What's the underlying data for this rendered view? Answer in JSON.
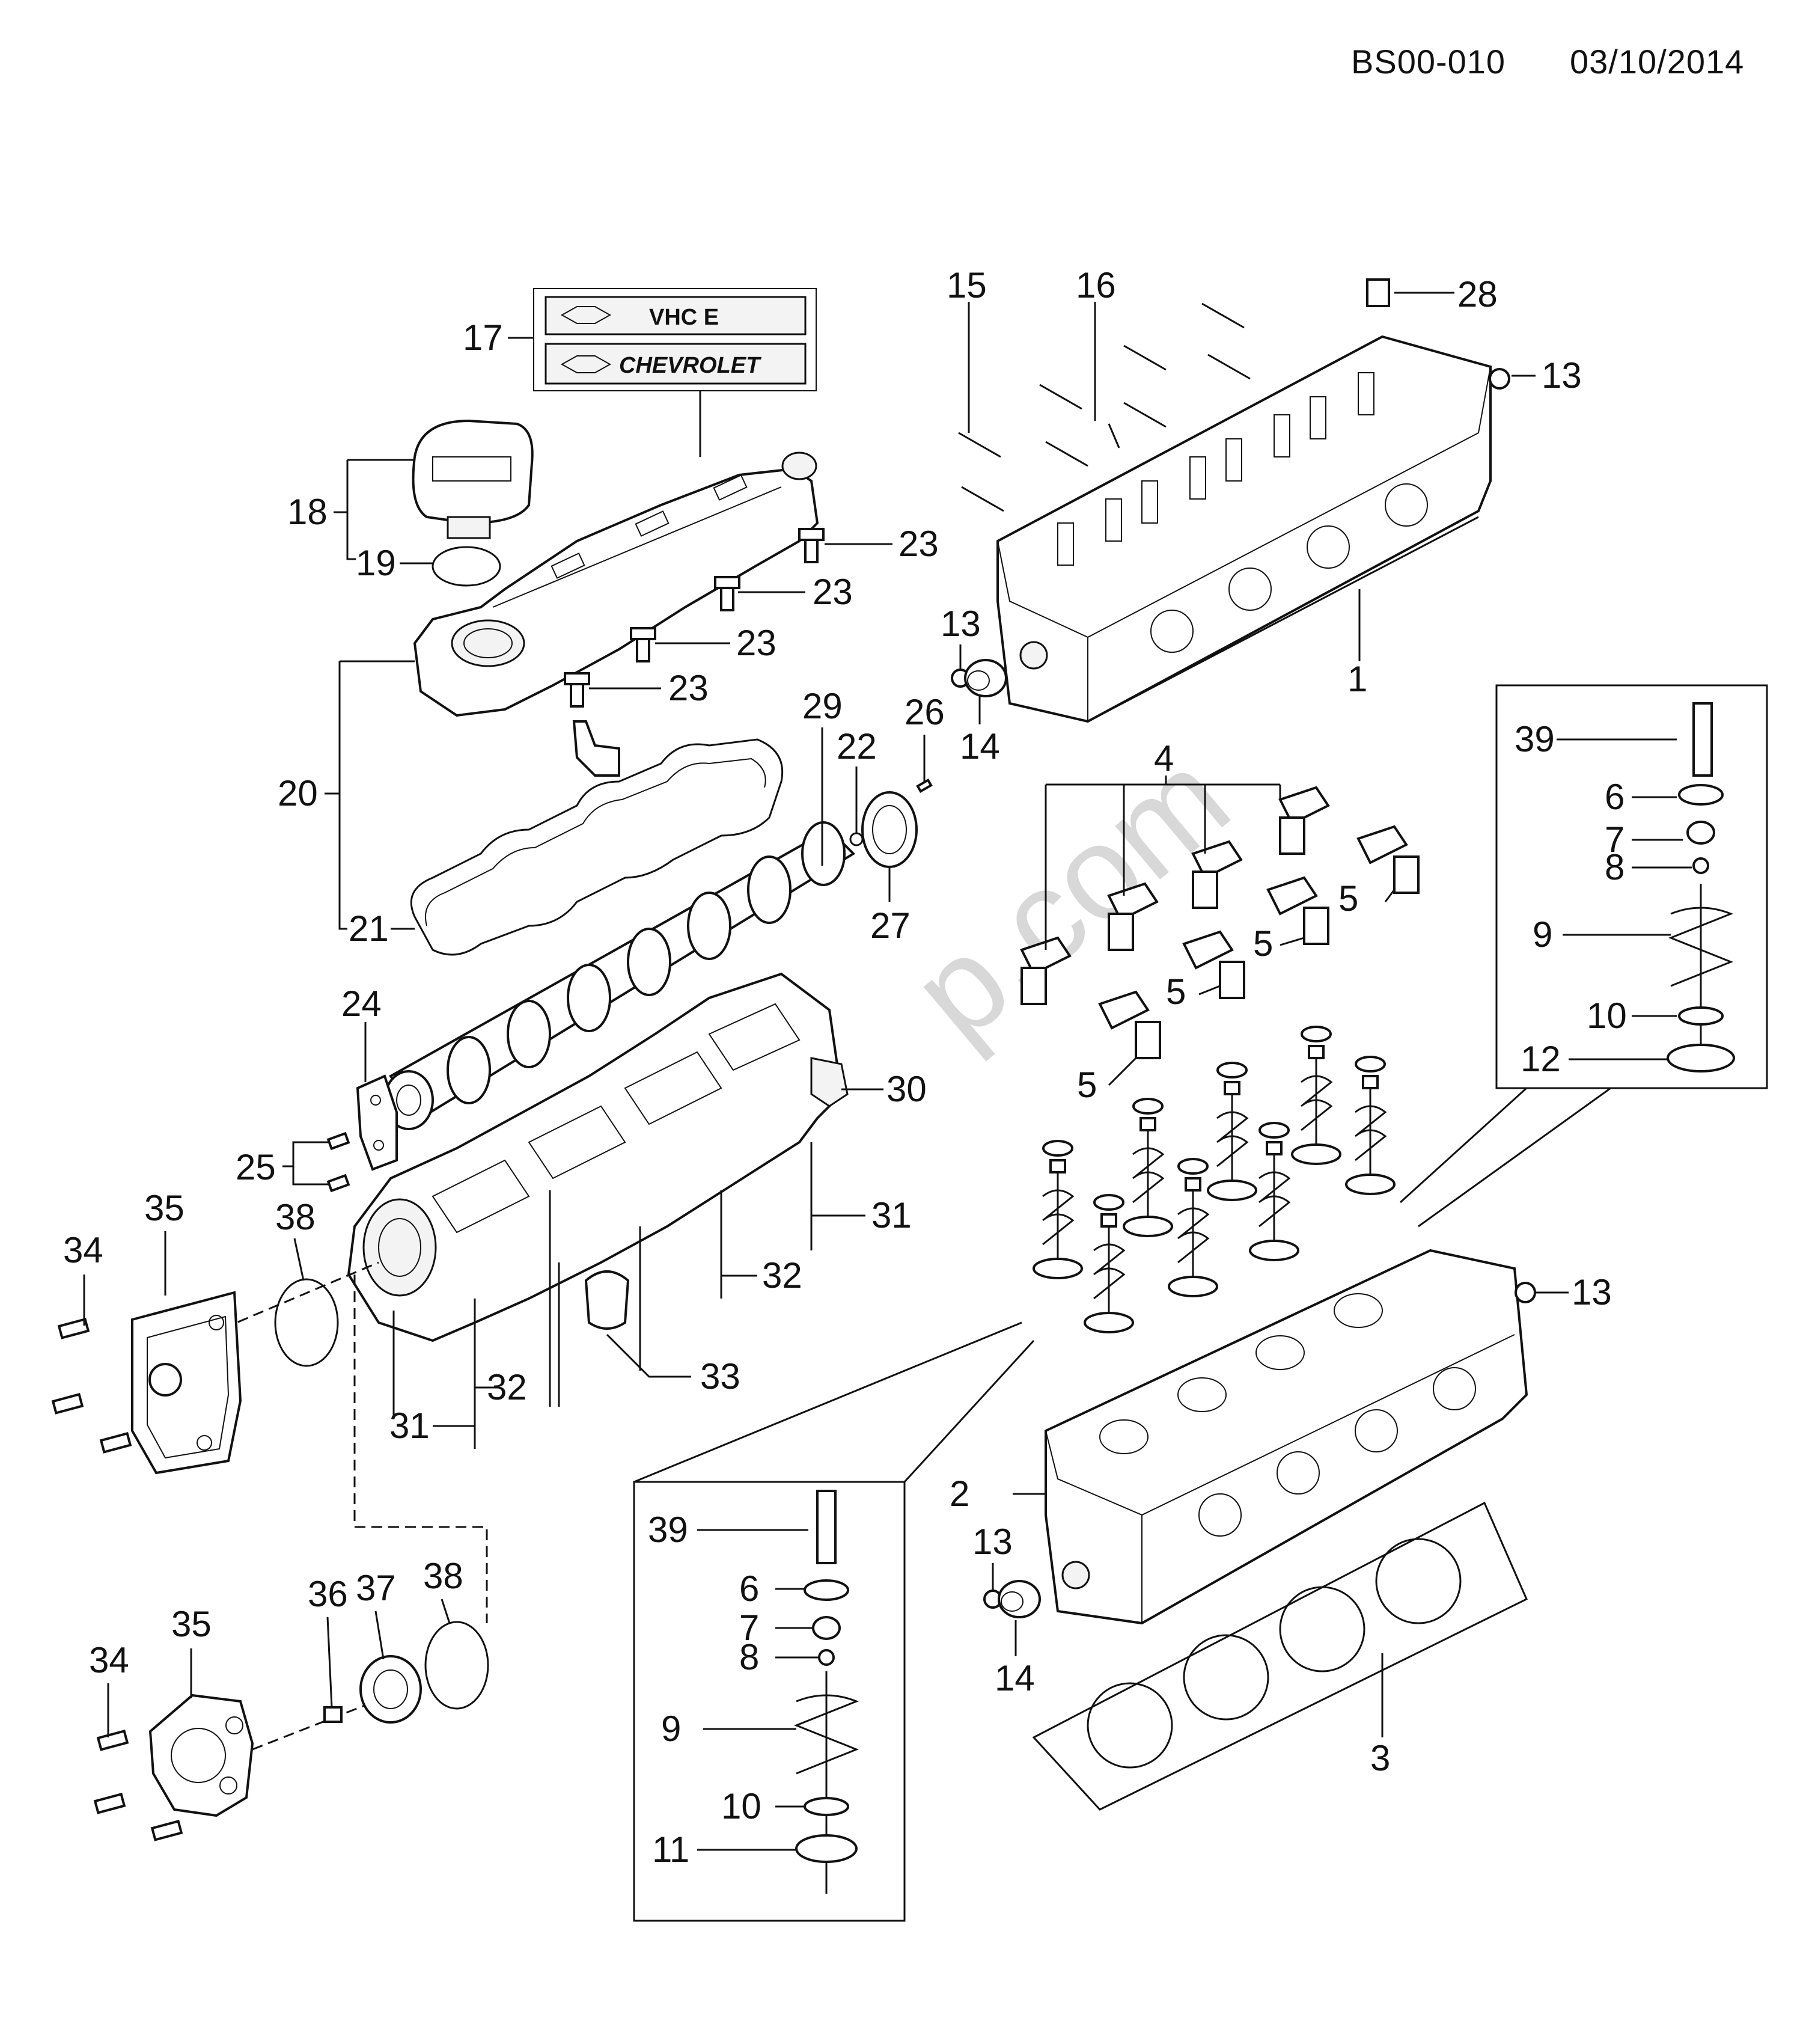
{
  "header": {
    "diagram_code": "BS00-010",
    "date": "03/10/2014"
  },
  "badges": {
    "badge_top": "VHC E",
    "badge_bottom": "CHEVROLET"
  },
  "watermark": "p.com",
  "callouts": {
    "c1": "1",
    "c2": "2",
    "c3": "3",
    "c4": "4",
    "c5a": "5",
    "c5b": "5",
    "c5c": "5",
    "c5d": "5",
    "c13a": "13",
    "c13b": "13",
    "c13c": "13",
    "c13d": "13",
    "c14a": "14",
    "c14b": "14",
    "c15": "15",
    "c16": "16",
    "c17": "17",
    "c18": "18",
    "c19": "19",
    "c20": "20",
    "c21": "21",
    "c22": "22",
    "c23a": "23",
    "c23b": "23",
    "c23c": "23",
    "c23d": "23",
    "c24": "24",
    "c25": "25",
    "c26": "26",
    "c27": "27",
    "c28": "28",
    "c29": "29",
    "c30": "30",
    "c31a": "31",
    "c31b": "31",
    "c32a": "32",
    "c32b": "32",
    "c33": "33",
    "c34a": "34",
    "c34b": "34",
    "c35a": "35",
    "c35b": "35",
    "c36": "36",
    "c37": "37",
    "c38a": "38",
    "c38b": "38"
  },
  "inset_exhaust": {
    "c39": "39",
    "c6": "6",
    "c7": "7",
    "c8": "8",
    "c9": "9",
    "c10": "10",
    "c12": "12"
  },
  "inset_intake": {
    "c39": "39",
    "c6": "6",
    "c7": "7",
    "c8": "8",
    "c9": "9",
    "c10": "10",
    "c11": "11"
  }
}
